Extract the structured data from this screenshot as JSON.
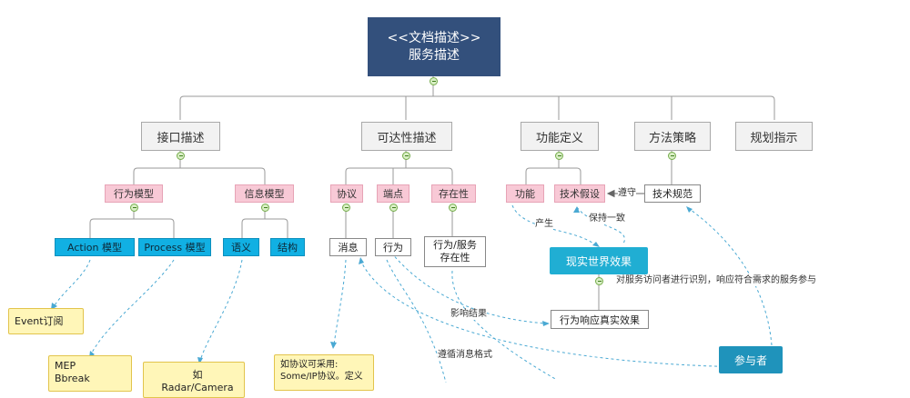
{
  "root": {
    "line1": "<<文档描述>>",
    "line2": "服务描述"
  },
  "level1": {
    "interface": "接口描述",
    "reachability": "可达性描述",
    "function_def": "功能定义",
    "method_strategy": "方法策略",
    "planning": "规划指示"
  },
  "interface_children": {
    "behavior_model": "行为模型",
    "info_model": "信息模型",
    "action_model": "Action 模型",
    "process_model": "Process 模型",
    "semantics": "语义",
    "structure": "结构"
  },
  "reach_children": {
    "protocol": "协议",
    "endpoint": "端点",
    "presence": "存在性",
    "message": "消息",
    "behavior": "行为",
    "behavior_service_presence_1": "行为/服务",
    "behavior_service_presence_2": "存在性"
  },
  "function_children": {
    "function": "功能",
    "tech_assumption": "技术假设",
    "tech_spec": "技术规范",
    "real_world_effect": "现实世界效果",
    "behavior_response": "行为响应真实效果",
    "participants": "参与者"
  },
  "notes": {
    "event": "Event订阅",
    "mep_1": "MEP",
    "mep_2": "Bbreak",
    "radar": "如Radar/Camera",
    "protocol_note_1": "如协议可采用:",
    "protocol_note_2": "Some/IP协议。定义"
  },
  "edge_labels": {
    "follow": "遵守",
    "produce": "产生",
    "keep_consistent": "保持一致",
    "identify": "对服务访问者进行识别，响应符合需求的服务参与",
    "influence": "影响结果",
    "follow_msg_format": "遵循消息格式"
  }
}
